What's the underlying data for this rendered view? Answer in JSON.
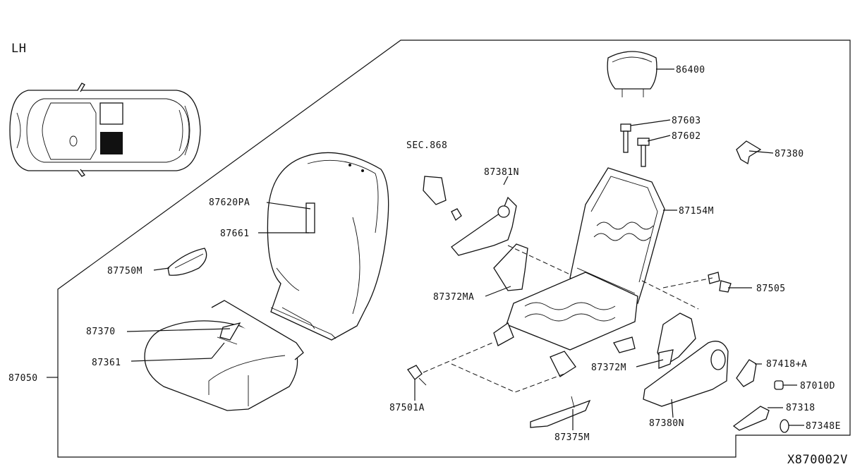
{
  "side_label": "LH",
  "diagram_code": "X870002V",
  "parts": {
    "p86400": "86400",
    "p87603": "87603",
    "p87602": "87602",
    "p87380": "87380",
    "sec868": "SEC.868",
    "p87381N": "87381N",
    "p87154M": "87154M",
    "p87620PA": "87620PA",
    "p87661": "87661",
    "p87750M": "87750M",
    "p87372MA": "87372MA",
    "p87505": "87505",
    "p87370": "87370",
    "p87361": "87361",
    "p87050": "87050",
    "p87372M": "87372M",
    "p87418A": "87418+A",
    "p87010D": "87010D",
    "p87501A": "87501A",
    "p87318": "87318",
    "p87375M": "87375M",
    "p87380N": "87380N",
    "p87348E": "87348E"
  }
}
